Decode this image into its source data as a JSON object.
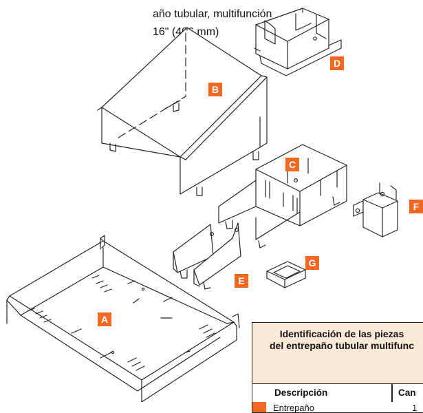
{
  "caption": {
    "line1": "año tubular, multifunción",
    "line2": "16\" (406 mm)"
  },
  "parts": {
    "A": "A",
    "B": "B",
    "C": "C",
    "D": "D",
    "E": "E",
    "F": "F",
    "G": "G"
  },
  "table": {
    "title_line1": "Identificación de las piezas",
    "title_line2": "del entrepaño tubular multifunc",
    "col_descripcion": "Descripción",
    "col_cantidad": "Can",
    "row1_desc": "Entrepaño",
    "row1_qty": "1"
  },
  "colors": {
    "accent": "#f26722",
    "table_bg": "#fde9d7",
    "line": "#222222"
  }
}
